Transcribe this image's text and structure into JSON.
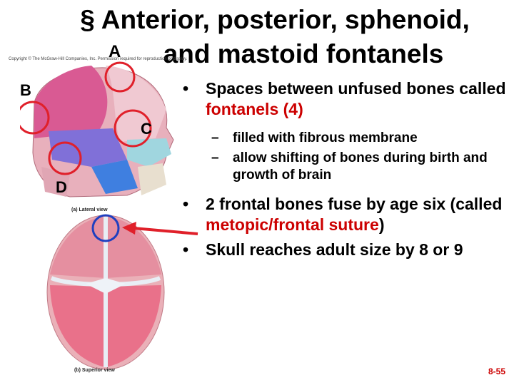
{
  "title": {
    "line1": "§ Anterior, posterior, sphenoid,",
    "line2": "and mastoid fontanels"
  },
  "figure": {
    "copyright": "Copyright © The McGraw-Hill Companies, Inc. Permission required for reproduction or display.",
    "labels": {
      "a": "A",
      "b": "B",
      "c": "C",
      "d": "D"
    },
    "caption_lateral": "(a) Lateral view",
    "caption_superior": "(b) Superior view"
  },
  "bullets": [
    {
      "pre": "Spaces between unfused bones called ",
      "red": "fontanels (4)",
      "post": ""
    },
    {
      "sub": "filled with fibrous membrane"
    },
    {
      "sub": "allow shifting of bones during birth and growth of brain"
    },
    {
      "pre": "2 frontal bones fuse by age six (called ",
      "red": "metopic/frontal suture",
      "post": ")"
    },
    {
      "pre": "Skull reaches adult size by 8 or 9",
      "red": "",
      "post": ""
    }
  ],
  "page_number": "8-55",
  "colors": {
    "accent_red": "#cc0000",
    "circle_red": "#e0202a",
    "circle_blue": "#1f3fbf"
  }
}
